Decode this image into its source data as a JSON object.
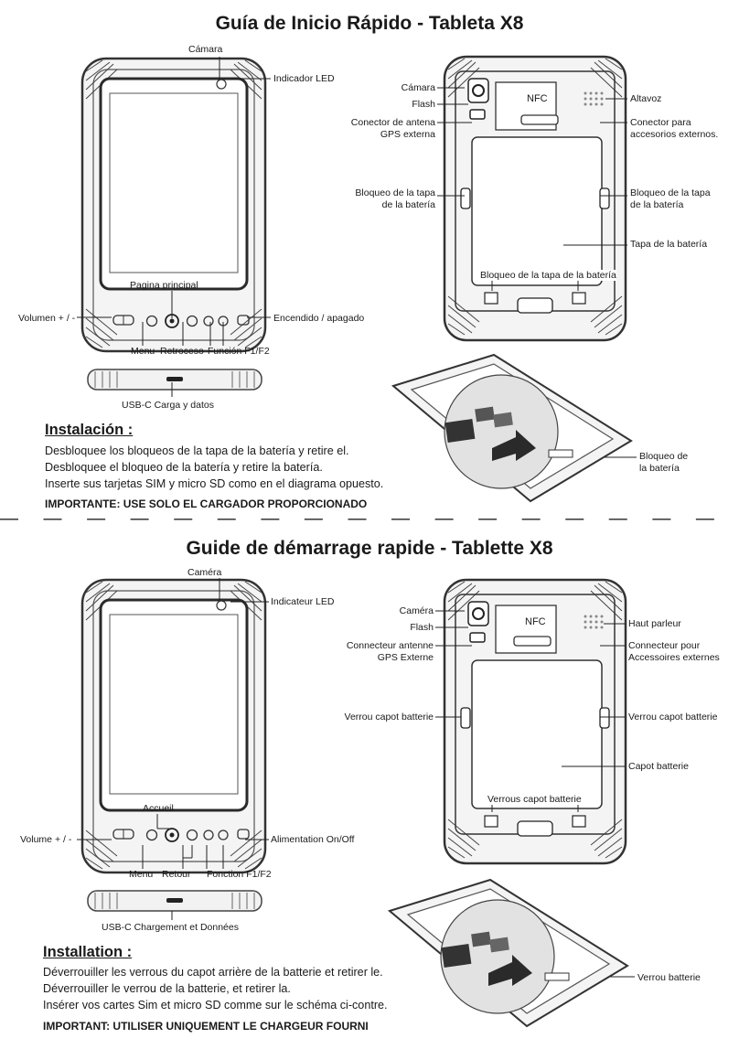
{
  "es": {
    "title": "Guía de Inicio Rápido - Tableta X8",
    "front": {
      "camera": "Cámara",
      "led": "Indicador LED",
      "home": "Pagina principal",
      "volume": "Volumen + / -",
      "power": "Encendido / apagado",
      "menu": "Menu",
      "back": "Retroceso",
      "function": "Función F1/F2",
      "usb": "USB-C Carga y datos"
    },
    "back": {
      "camera": "Cámara",
      "flash": "Flash",
      "antenna_1": "Conector de antena",
      "antenna_2": "GPS externa",
      "nfc": "NFC",
      "speaker": "Altavoz",
      "accessory_1": "Conector para",
      "accessory_2": "accesorios externos.",
      "lock_left_1": "Bloqueo de la tapa",
      "lock_left_2": "de la batería",
      "lock_right_1": "Bloqueo de la tapa",
      "lock_right_2": "de la batería",
      "cover": "Tapa de la batería",
      "lock_bottom": "Bloqueo de la tapa de la batería",
      "battery_lock_1": "Bloqueo de",
      "battery_lock_2": "la batería"
    },
    "install": {
      "heading": "Instalación :",
      "line1": "Desbloquee los bloqueos de la tapa de la batería y retire el.",
      "line2": "Desbloquee el bloqueo de la batería y retire la batería.",
      "line3": "Inserte sus tarjetas SIM y micro SD como en el diagrama opuesto.",
      "important": "IMPORTANTE: USE SOLO EL CARGADOR PROPORCIONADO"
    }
  },
  "divider": "— — — — — — — — — — — — — — — — — — — — — — — —",
  "fr": {
    "title": "Guide de démarrage rapide - Tablette X8",
    "front": {
      "camera": "Caméra",
      "led": "Indicateur LED",
      "home": "Accueil",
      "volume": "Volume + / -",
      "power": "Alimentation On/Off",
      "menu": "Menu",
      "back": "Retour",
      "function": "Fonction F1/F2",
      "usb": "USB-C Chargement et Données"
    },
    "back": {
      "camera": "Caméra",
      "flash": "Flash",
      "antenna_1": "Connecteur antenne",
      "antenna_2": "GPS Externe",
      "nfc": "NFC",
      "speaker": "Haut parleur",
      "accessory_1": "Connecteur pour",
      "accessory_2": "Accessoires externes",
      "lock_left": "Verrou capot batterie",
      "lock_right": "Verrou capot batterie",
      "cover": "Capot batterie",
      "lock_bottom": "Verrous capot batterie",
      "battery_lock": "Verrou batterie"
    },
    "install": {
      "heading": "Installation :",
      "line1": "Déverrouiller les verrous du capot arrière de la batterie et retirer le.",
      "line2": "Déverrouiller le verrou de la batterie, et retirer la.",
      "line3": "Insérer vos cartes Sim et micro SD comme sur le schéma ci-contre.",
      "important": "IMPORTANT: UTILISER UNIQUEMENT LE CHARGEUR FOURNI"
    }
  }
}
